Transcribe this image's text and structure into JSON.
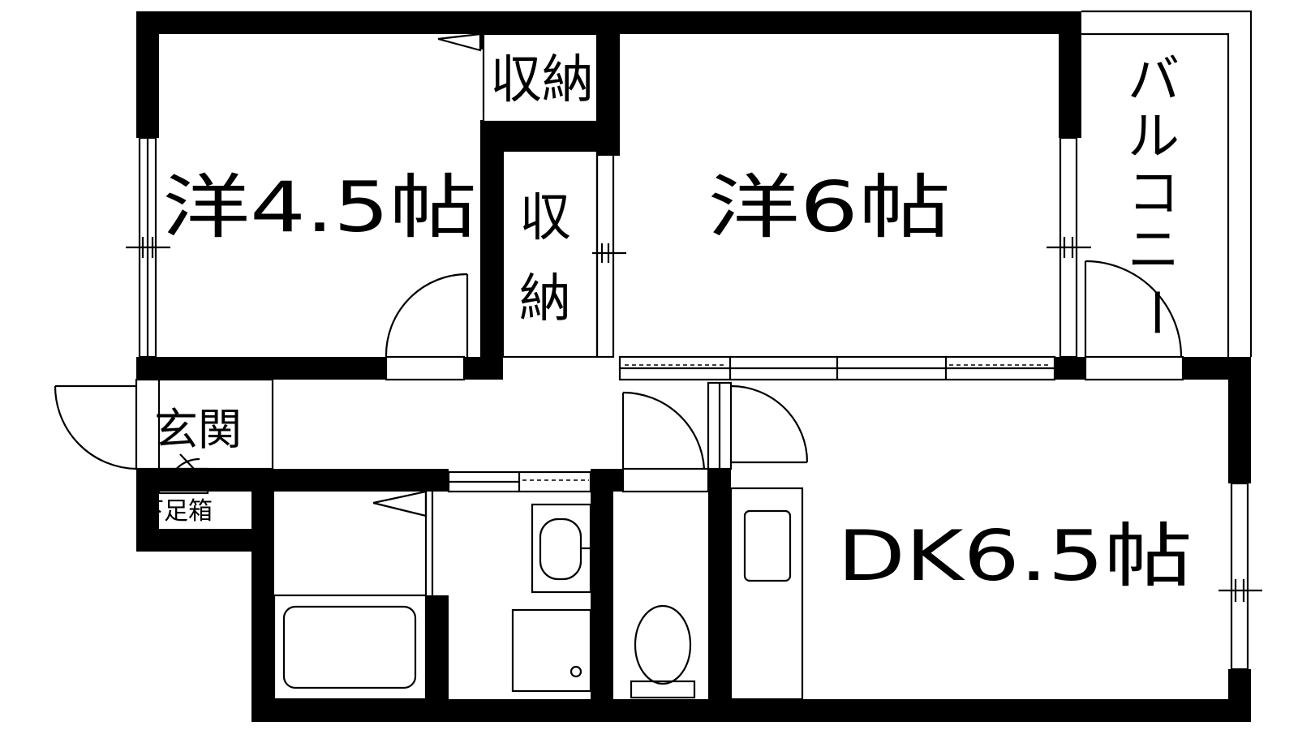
{
  "rooms": {
    "western_45": "洋4.5帖",
    "western_6": "洋6帖",
    "dk": "DK6.5帖",
    "entrance": "玄関",
    "shoe_box": "下足箱",
    "storage_top": "収納",
    "storage_mid_1": "収",
    "storage_mid_2": "納",
    "balcony": [
      "バ",
      "ル",
      "コ",
      "ニ",
      "ー"
    ]
  }
}
